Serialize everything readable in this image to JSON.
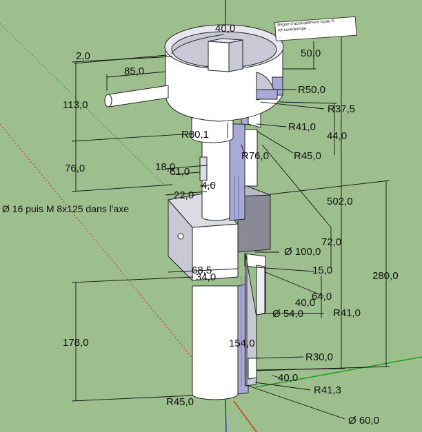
{
  "app": {
    "background_color": "#9dbf8e"
  },
  "model": {
    "note": "Ø 16 puis M 8x125 dans l'axe",
    "label_box_lines": [
      "Bague d'accouplement tuyau A",
      "ref cuve/pompe ...",
      "..."
    ]
  },
  "dimensions": {
    "d40_top": "40,0",
    "d2": "2,0",
    "d85": "85,0",
    "d50": "50,0",
    "r50": "R50,0",
    "r37_5": "R37,5",
    "d113": "113,0",
    "r41_a": "R41,0",
    "d44": "44,0",
    "r80_1": "R80,1",
    "r76": "R76,0",
    "r45_a": "R45,0",
    "d76": "76,0",
    "d18": "18,0",
    "d61": "61,0",
    "d4": "4,0",
    "d22": "22,0",
    "d502": "502,0",
    "d72": "72,0",
    "d280": "280,0",
    "dia100": "Ø 100,0",
    "d68_5": "68,5",
    "d34": "34,0",
    "d15": "15,0",
    "d64": "64,0",
    "d40_mid": "40,0",
    "dia54": "Ø 54,0",
    "r41_b": "R41,0",
    "d178": "178,0",
    "d154": "154,0",
    "r30": "R30,0",
    "d40_bot": "40,0",
    "r41_3": "R41,3",
    "r45_b": "R45,0",
    "dia60": "Ø 60,0"
  },
  "colors": {
    "ground": "#9dbf8e",
    "axis_blue": "#1e2fd0",
    "axis_red": "#c83020",
    "axis_green": "#1f9a1f",
    "face_light": "#ffffff",
    "face_shade": "#c9c9d6",
    "face_blue": "#a9a9d8",
    "face_dark": "#8a8a96",
    "edge": "#222222"
  }
}
